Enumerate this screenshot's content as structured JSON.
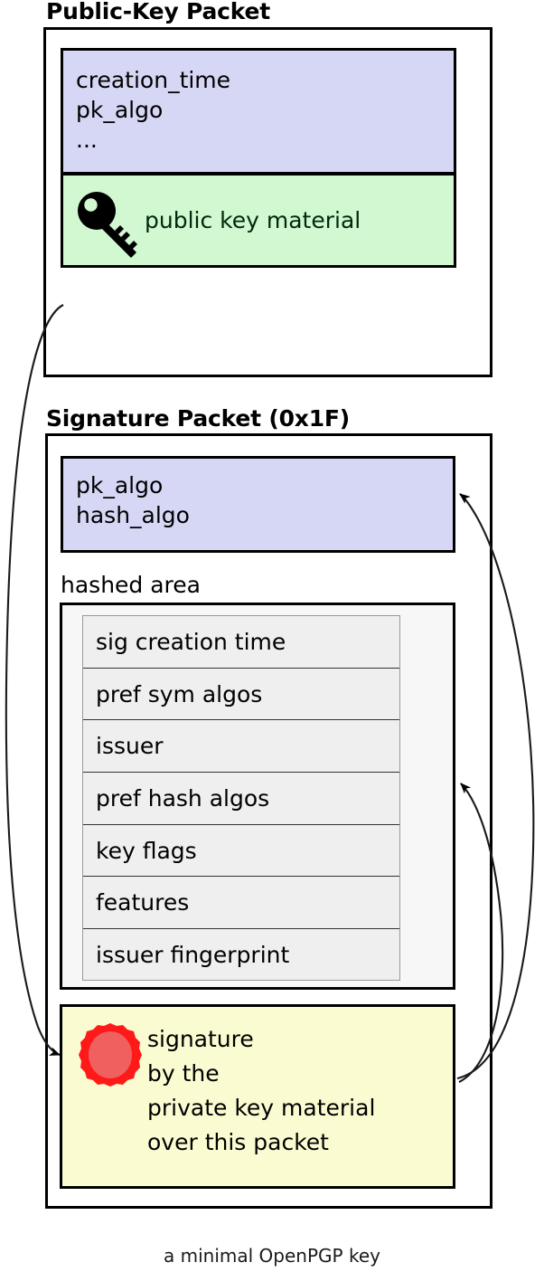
{
  "caption": "a minimal OpenPGP key",
  "colors": {
    "header_fill": "#d6d6f5",
    "key_material_fill": "#d2f8d2",
    "hashed_area_fill": "#f7f7f7",
    "subpacket_fill": "#efefef",
    "signature_fill": "#fbfbd2",
    "seal_outer": "#ff1a1a",
    "seal_inner": "#f0605f",
    "stroke": "#000000"
  },
  "public_key_packet": {
    "title": "Public-Key Packet",
    "header_fields": "creation_time\npk_algo\n...",
    "key_material_label": "public key material",
    "key_icon_name": "key-icon"
  },
  "signature_packet": {
    "title": "Signature Packet (0x1F)",
    "header_fields": "pk_algo\nhash_algo",
    "hashed_area_label": "hashed area",
    "subpackets": [
      "sig creation time",
      "pref sym algos",
      "issuer",
      "pref hash algos",
      "key flags",
      "features",
      "issuer fingerprint"
    ],
    "signature_text": "signature\nby the\nprivate key material\nover this packet",
    "seal_icon_name": "wax-seal-icon"
  },
  "arrows": [
    {
      "name": "arrow-public-key-to-signature",
      "from": "public-key-packet",
      "to": "signature-block"
    },
    {
      "name": "arrow-signature-to-sig-header",
      "from": "signature-block",
      "to": "signature-packet-header"
    },
    {
      "name": "arrow-signature-to-hashed-area",
      "from": "signature-block",
      "to": "hashed-area"
    }
  ]
}
